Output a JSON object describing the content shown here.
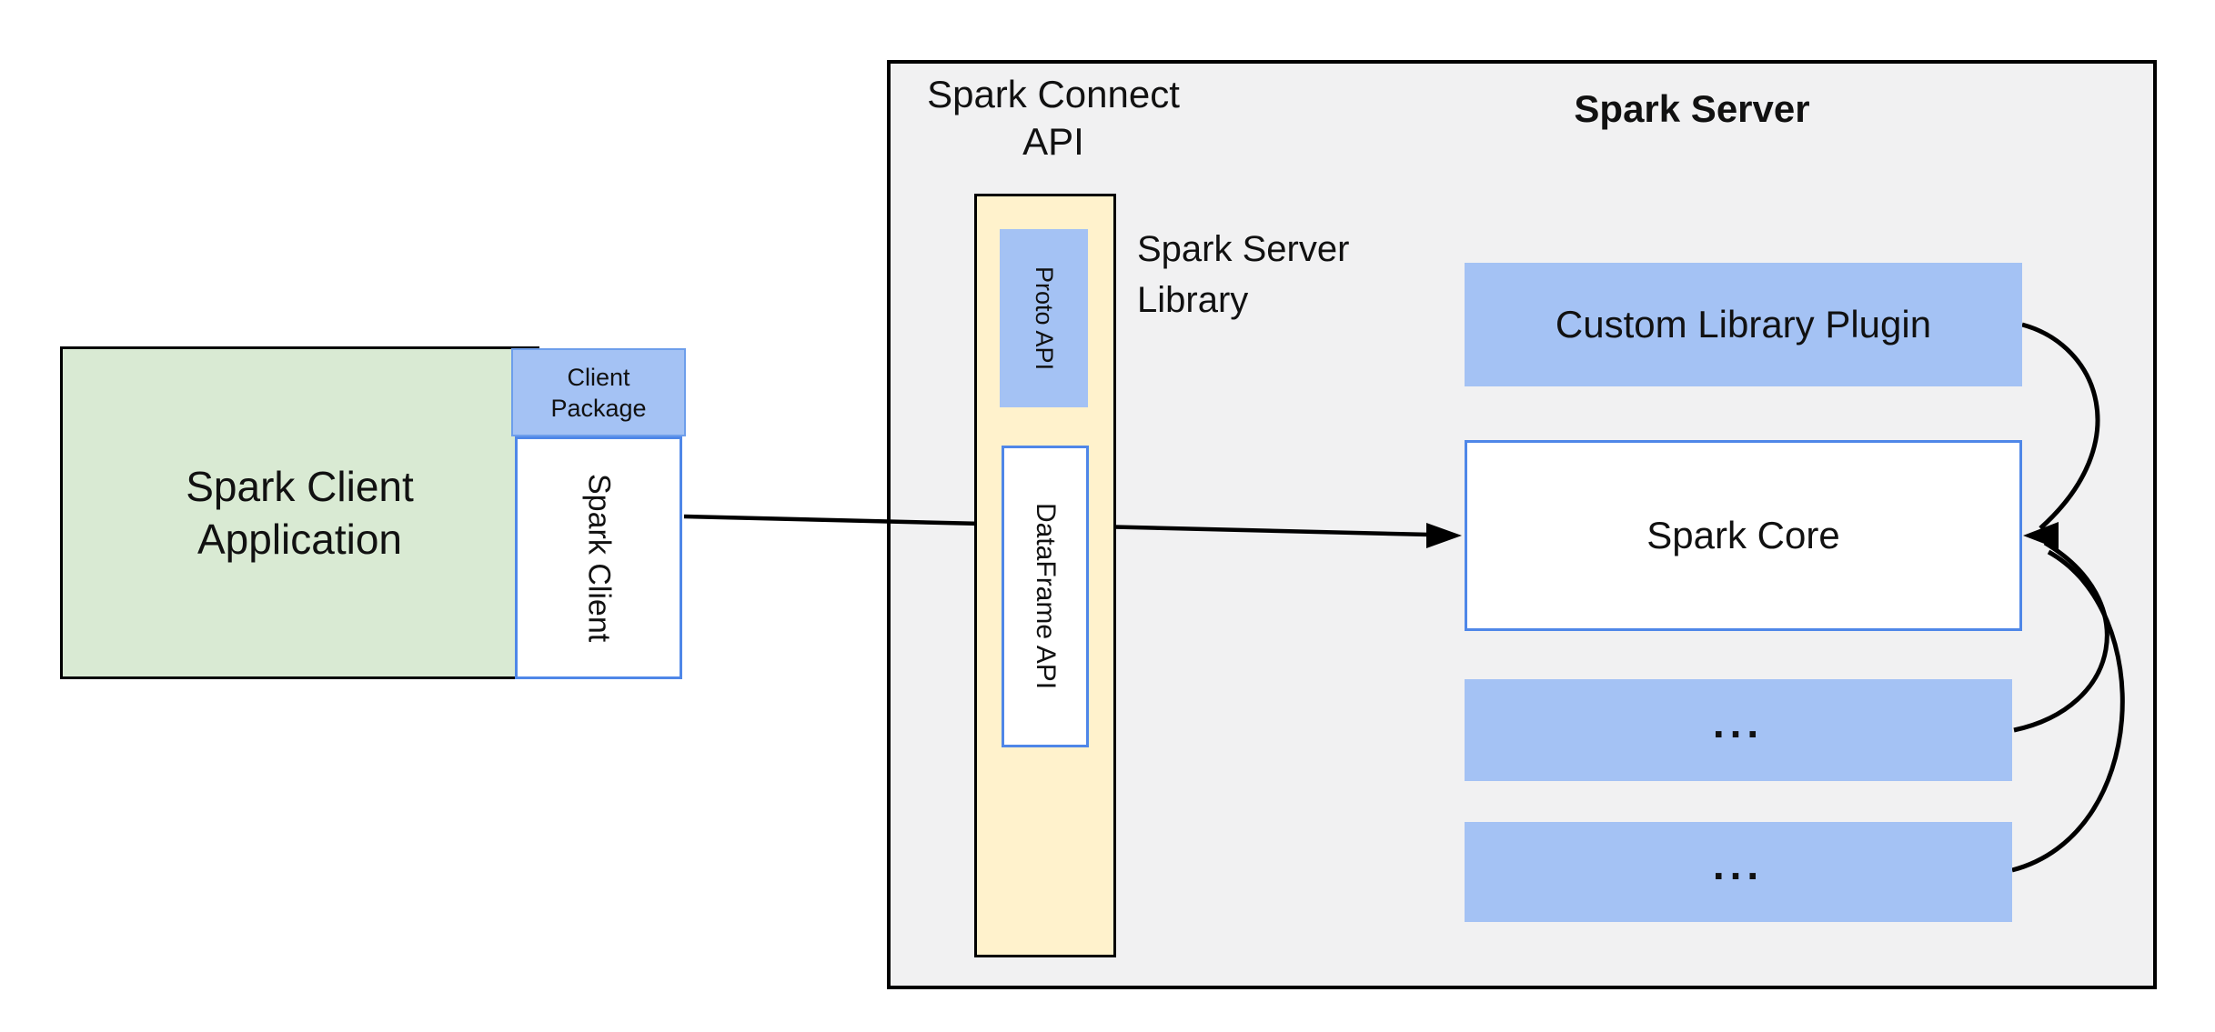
{
  "diagram": {
    "client_app": {
      "line1": "Spark Client",
      "line2": "Application"
    },
    "client_package": {
      "line1": "Client",
      "line2": "Package"
    },
    "spark_client_box": {
      "label": "Spark Client"
    },
    "spark_connect_api": {
      "line1": "Spark Connect",
      "line2": "API"
    },
    "spark_server_title": "Spark Server",
    "proto_api_label": "Proto API",
    "dataframe_api_label": "DataFrame API",
    "server_library": {
      "line1": "Spark Server",
      "line2": "Library"
    },
    "custom_plugin_label": "Custom Library Plugin",
    "spark_core_label": "Spark Core",
    "more_modules": [
      "...",
      "..."
    ],
    "colors": {
      "client_app_fill": "#d9ead3",
      "module_fill": "#a4c2f4",
      "module_border": "#6d9eeb",
      "connect_api_fill": "#fff2cc",
      "server_fill": "#f1f1f2",
      "white_box_border": "#4f87e8",
      "connector_line": "#000000"
    }
  }
}
